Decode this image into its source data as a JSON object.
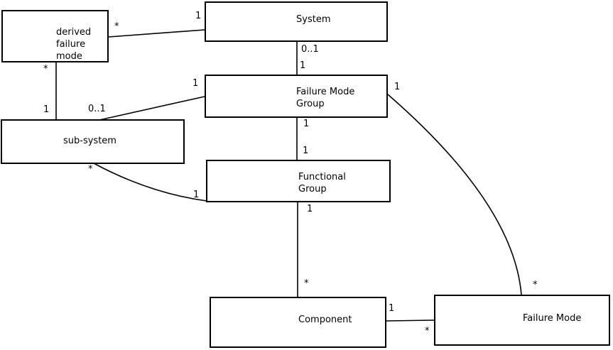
{
  "colors": {
    "background": "#ffffff",
    "line": "#000000",
    "box_fill": "#ffffff",
    "text": "#000000"
  },
  "nodes": [
    {
      "id": "derived-failure-mode",
      "label": "derived\nfailure\nmode"
    },
    {
      "id": "system",
      "label": "System"
    },
    {
      "id": "failure-mode-group",
      "label": "Failure Mode\nGroup"
    },
    {
      "id": "sub-system",
      "label": "sub-system"
    },
    {
      "id": "functional-group",
      "label": "Functional\nGroup"
    },
    {
      "id": "component",
      "label": "Component"
    },
    {
      "id": "failure-mode",
      "label": "Failure Mode"
    }
  ],
  "edges": [
    {
      "from": "derived-failure-mode",
      "to": "system",
      "from_label": "*",
      "to_label": "1"
    },
    {
      "from": "derived-failure-mode",
      "to": "sub-system",
      "from_label": "*",
      "to_label": "1"
    },
    {
      "from": "system",
      "to": "failure-mode-group",
      "from_label": "0..1",
      "to_label": "1"
    },
    {
      "from": "sub-system",
      "to": "failure-mode-group",
      "from_label": "0..1",
      "to_label": "1"
    },
    {
      "from": "failure-mode-group",
      "to": "functional-group",
      "from_label": "1",
      "to_label": "1"
    },
    {
      "from": "sub-system",
      "to": "functional-group",
      "from_label": "*",
      "to_label": "1"
    },
    {
      "from": "functional-group",
      "to": "component",
      "from_label": "1",
      "to_label": "*"
    },
    {
      "from": "component",
      "to": "failure-mode",
      "from_label": "1",
      "to_label": "*"
    },
    {
      "from": "failure-mode-group",
      "to": "failure-mode",
      "from_label": "1",
      "to_label": "*"
    }
  ]
}
